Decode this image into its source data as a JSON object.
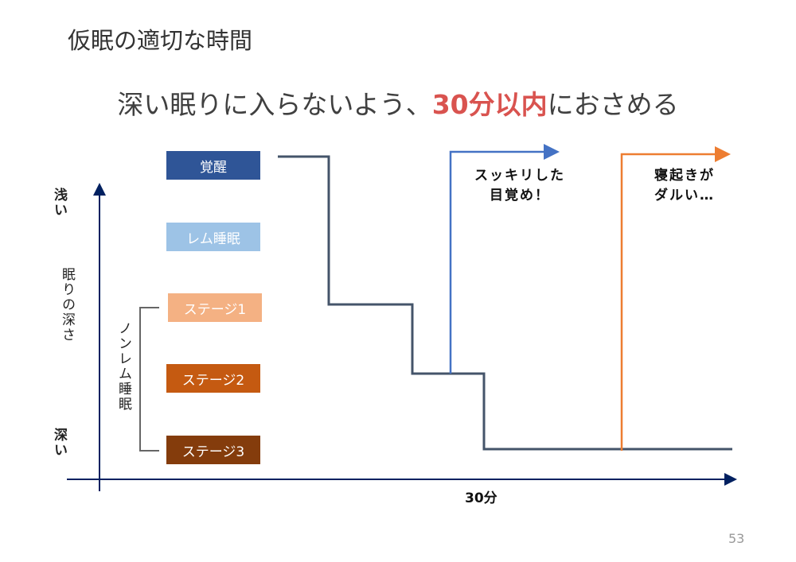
{
  "title": "仮眠の適切な時間",
  "subtitle": {
    "before": "深い眠りに入らないよう、",
    "highlight": "30分以内",
    "after": "におさめる"
  },
  "stages": [
    {
      "label": "覚醒",
      "color": "#2f5597"
    },
    {
      "label": "レム睡眠",
      "color": "#9dc3e6"
    },
    {
      "label": "ステージ1",
      "color": "#f4b183"
    },
    {
      "label": "ステージ2",
      "color": "#c55a11"
    },
    {
      "label": "ステージ3",
      "color": "#843c0c"
    }
  ],
  "axis": {
    "shallow": "浅い",
    "deep": "深い",
    "y_label": "眠りの深さ",
    "x_label": "30分"
  },
  "non_rem_label": "ノンレム睡眠",
  "notes": {
    "good_line1": "スッキリした",
    "good_line2": "目覚め！",
    "bad_line1": "寝起きが",
    "bad_line2": "ダルい…"
  },
  "colors": {
    "sleep_line": "#44546a",
    "good": "#4472c4",
    "bad": "#ed7d31",
    "axis": "#002060"
  },
  "page_number": "53"
}
